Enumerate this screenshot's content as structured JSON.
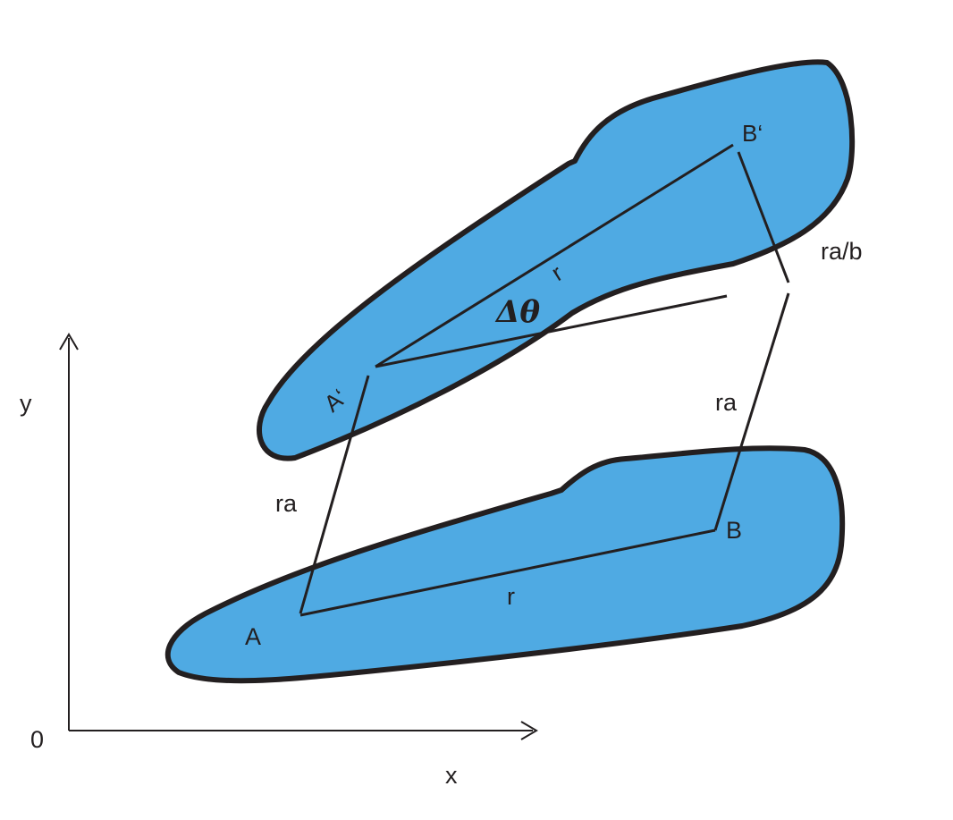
{
  "colors": {
    "body_fill": "#4FAAE3",
    "outline": "#231F20",
    "background": "#FFFFFF"
  },
  "axes": {
    "origin_label": "0",
    "x_label": "x",
    "y_label": "y"
  },
  "bottom_body": {
    "point_a_label": "A",
    "point_b_label": "B",
    "vector_r_label": "r"
  },
  "top_body": {
    "point_a_prime_label": "A‘",
    "point_b_prime_label": "B‘",
    "vector_r_label": "r",
    "rotation_label": "Δθ"
  },
  "translation": {
    "left_vector_label": "ra",
    "right_vector_label": "ra",
    "relative_vector_label": "ra/b"
  }
}
